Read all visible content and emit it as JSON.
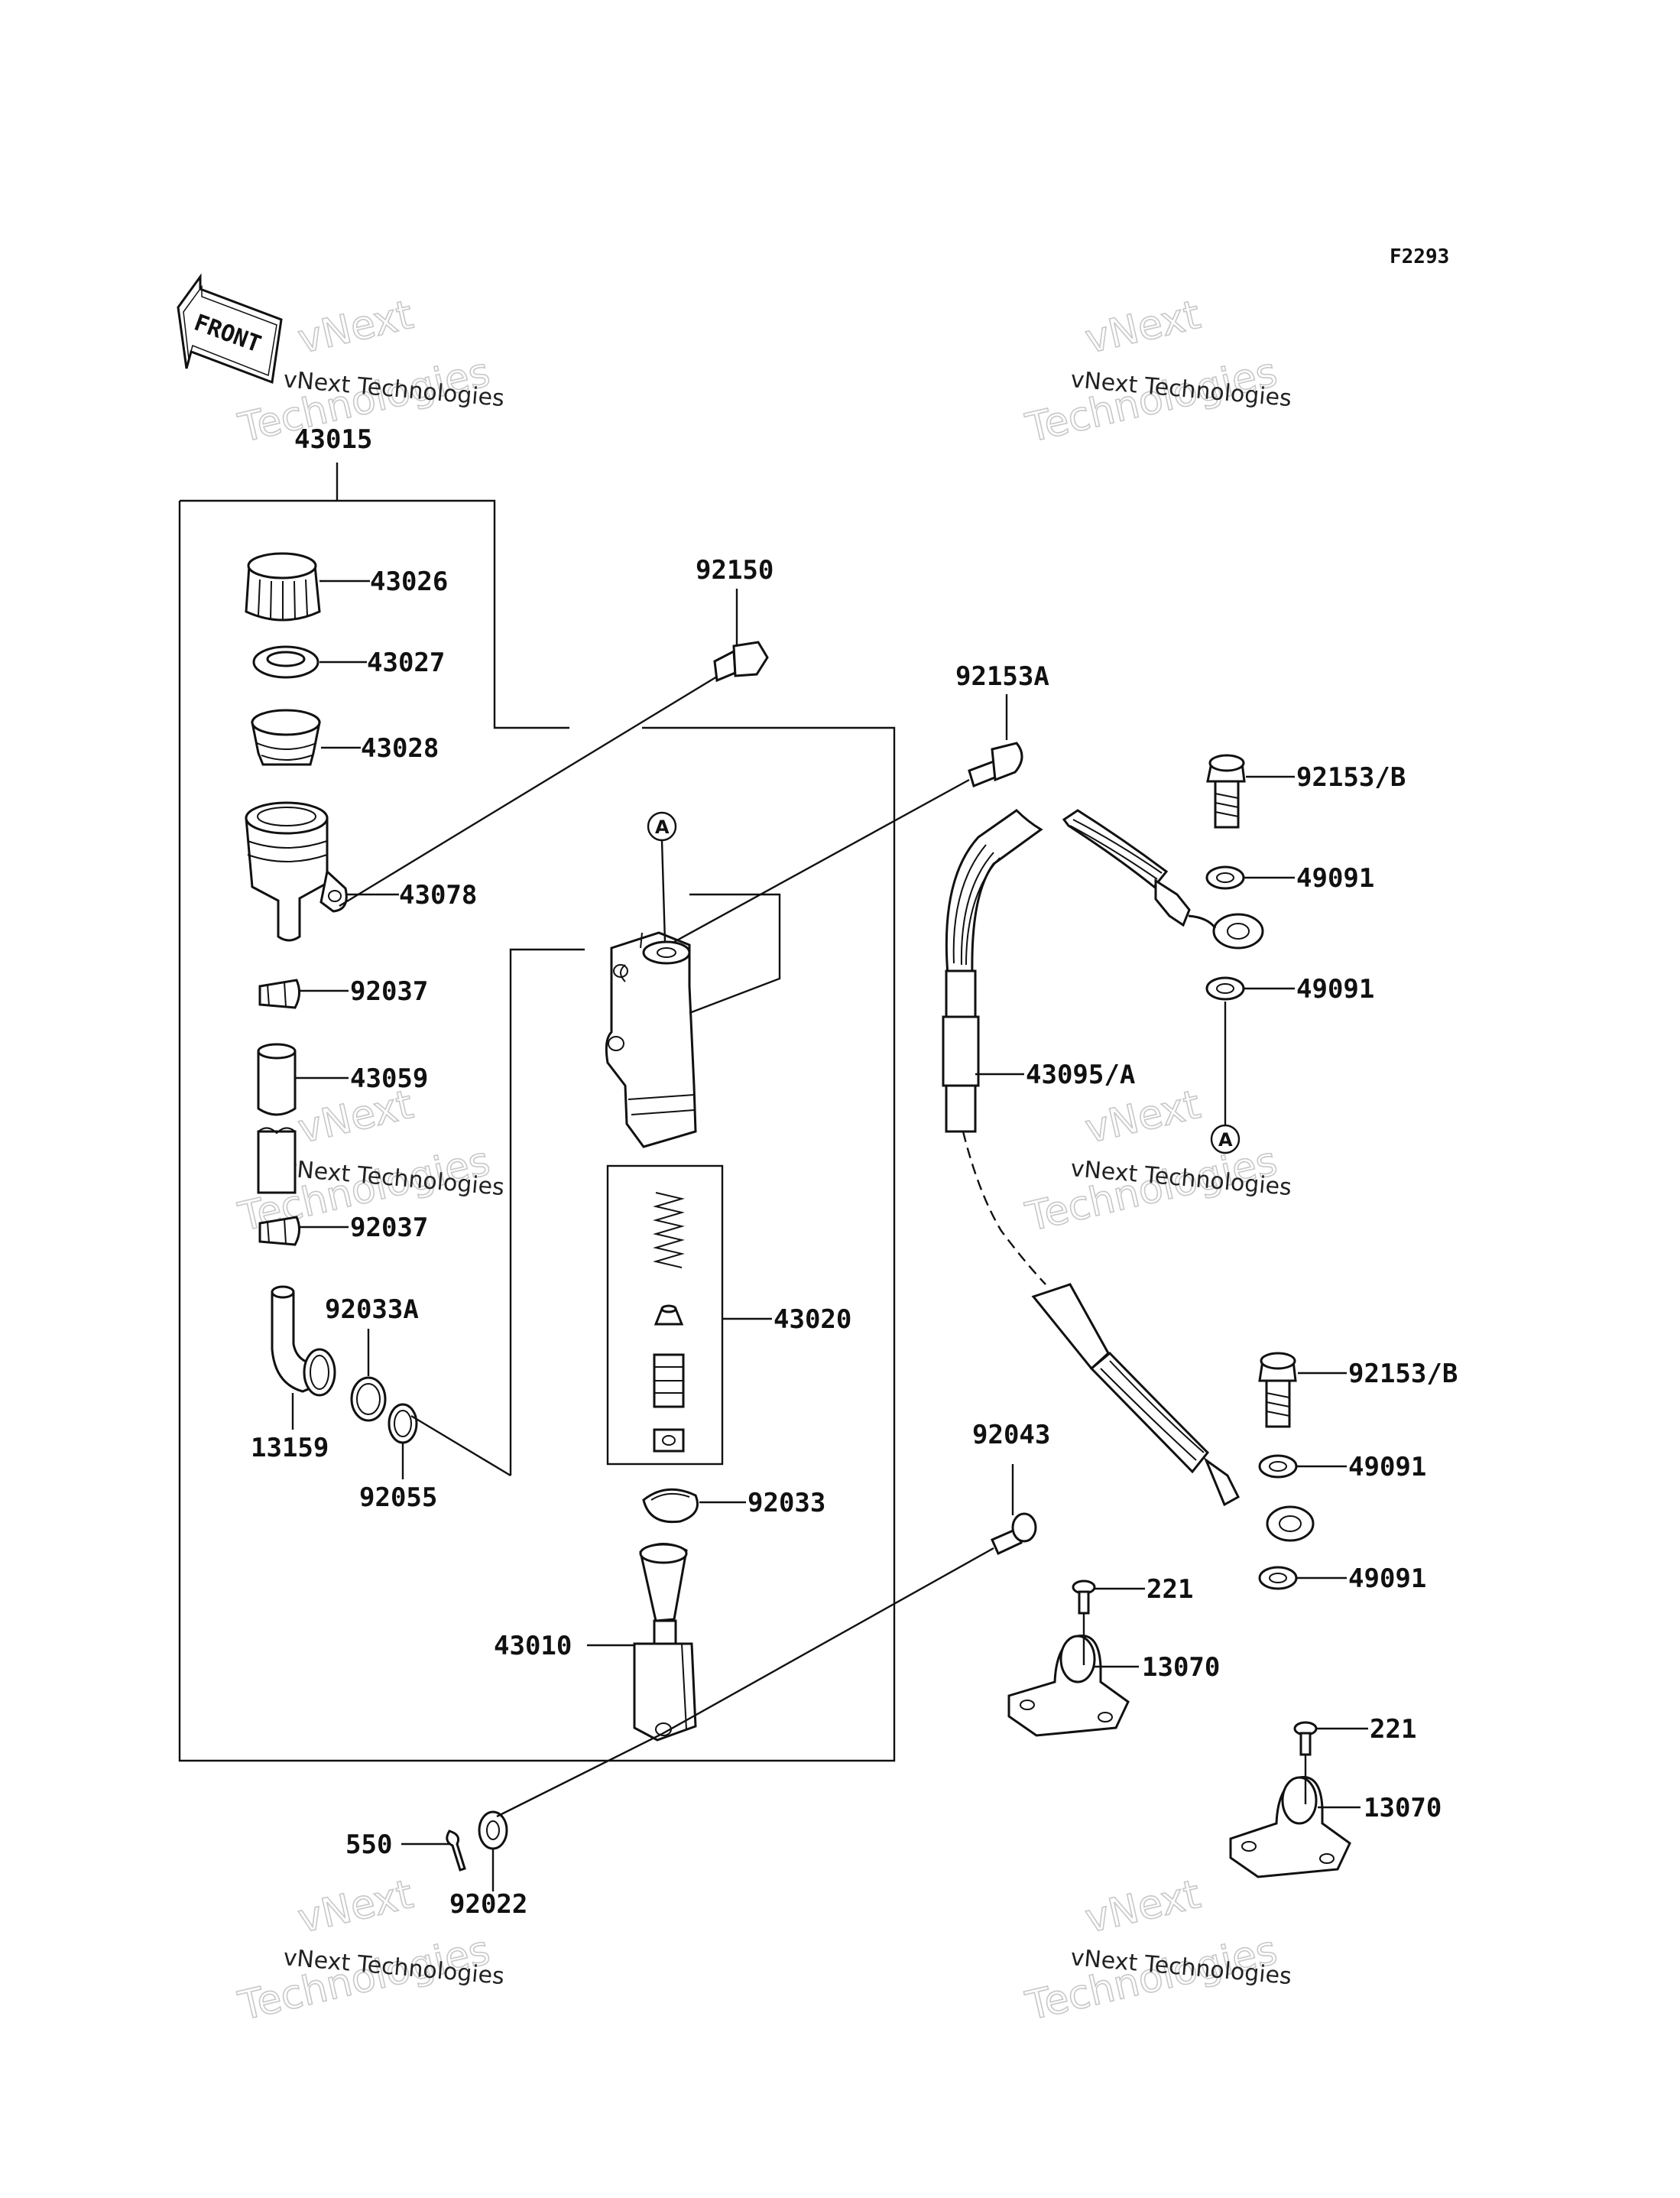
{
  "diagram_code": "F2293",
  "front_arrow_label": "FRONT",
  "watermarks": [
    {
      "line1": "vNext Technologies",
      "line2": "vNext",
      "line3": "Technologies"
    },
    {
      "line1": "vNext Technologies",
      "line2": "vNext",
      "line3": "Technologies"
    },
    {
      "line1": "vNext Technologies",
      "line2": "vNext",
      "line3": "Technologies"
    },
    {
      "line1": "vNext Technologies",
      "line2": "vNext",
      "line3": "Technologies"
    },
    {
      "line1": "vNext Technologies",
      "line2": "vNext",
      "line3": "Technologies"
    },
    {
      "line1": "vNext Technologies",
      "line2": "vNext",
      "line3": "Technologies"
    }
  ],
  "callouts": [
    "A",
    "A"
  ],
  "part_labels": [
    "43015",
    "43026",
    "43027",
    "43028",
    "43078",
    "92037",
    "43059",
    "92037",
    "92033A",
    "13159",
    "92055",
    "92150",
    "92153A",
    "43020",
    "92033",
    "43010",
    "550",
    "92022",
    "92153/B",
    "49091",
    "49091",
    "43095/A",
    "92043",
    "221",
    "13070",
    "92153/B",
    "49091",
    "49091",
    "221",
    "13070"
  ]
}
